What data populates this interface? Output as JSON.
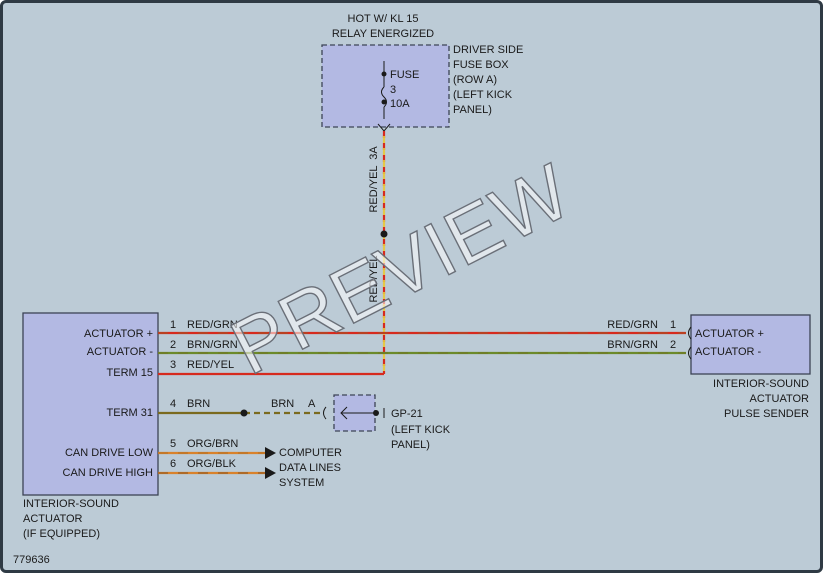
{
  "fuse_box": {
    "header_line1": "HOT W/ KL 15",
    "header_line2": "RELAY ENERGIZED",
    "desc_line1": "DRIVER SIDE",
    "desc_line2": "FUSE BOX",
    "desc_line3": "(ROW A)",
    "desc_line4": "(LEFT KICK",
    "desc_line5": "PANEL)",
    "fuse_label": "FUSE",
    "fuse_number": "3",
    "fuse_rating": "10A",
    "terminal": "3A",
    "wire_color_upper": "RED/YEL",
    "wire_color_lower": "RED/YEL"
  },
  "left_module": {
    "pins": [
      {
        "name": "ACTUATOR +",
        "pin": "1",
        "wire": "RED/GRN"
      },
      {
        "name": "ACTUATOR -",
        "pin": "2",
        "wire": "BRN/GRN"
      },
      {
        "name": "TERM 15",
        "pin": "3",
        "wire": "RED/YEL"
      },
      {
        "name": "TERM 31",
        "pin": "4",
        "wire": "BRN"
      },
      {
        "name": "CAN DRIVE LOW",
        "pin": "5",
        "wire": "ORG/BRN"
      },
      {
        "name": "CAN DRIVE HIGH",
        "pin": "6",
        "wire": "ORG/BLK"
      }
    ],
    "caption_line1": "INTERIOR-SOUND",
    "caption_line2": "ACTUATOR",
    "caption_line3": "(IF EQUIPPED)"
  },
  "right_module": {
    "pins": [
      {
        "name": "ACTUATOR +",
        "pin": "1",
        "wire": "RED/GRN"
      },
      {
        "name": "ACTUATOR -",
        "pin": "2",
        "wire": "BRN/GRN"
      }
    ],
    "caption_line1": "INTERIOR-SOUND",
    "caption_line2": "ACTUATOR",
    "caption_line3": "PULSE SENDER"
  },
  "ground": {
    "wire": "BRN",
    "terminal": "A",
    "label_line1": "GP-21",
    "label_line2": "(LEFT KICK",
    "label_line3": "PANEL)"
  },
  "computer": {
    "label_line1": "COMPUTER",
    "label_line2": "DATA LINES",
    "label_line3": "SYSTEM"
  },
  "figure_number": "779636",
  "watermark": "PREVIEW",
  "colors": {
    "background": "#bccbd6",
    "module_fill": "#b3b9e3",
    "wire_red": "#d62a1e",
    "wire_green": "#5c8a2e",
    "wire_brown": "#7a5a1e",
    "wire_orange": "#d9822b"
  }
}
